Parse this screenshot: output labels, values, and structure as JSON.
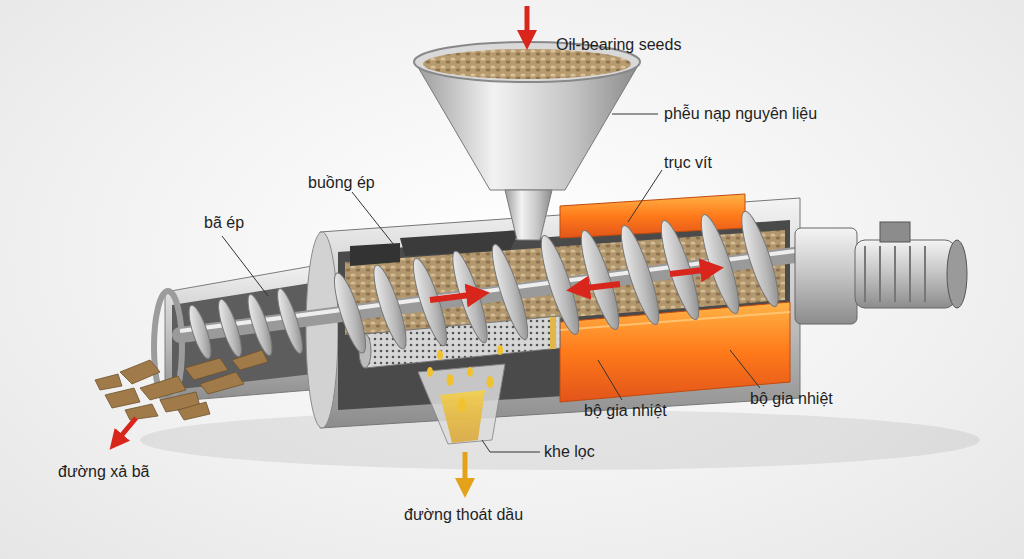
{
  "diagram": {
    "labels": [
      "Oil-bearing seeds",
      "phễu nạp nguyên liệu",
      "trục vít",
      "buồng ép",
      "bã ép",
      "bộ gia nhiệt",
      "bộ gia nhiệt",
      "khe lọc",
      "đường xả bã",
      "đường thoát dầu"
    ]
  }
}
